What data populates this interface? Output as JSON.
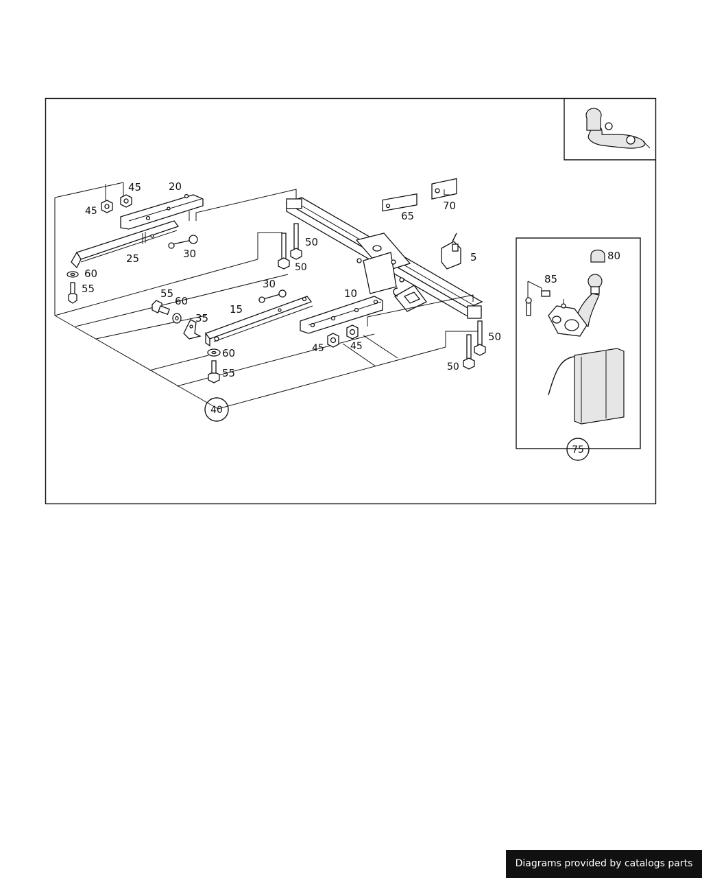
{
  "diagram": {
    "labels": {
      "p5": "5",
      "p10": "10",
      "p15": "15",
      "p20": "20",
      "p25": "25",
      "p30a": "30",
      "p30b": "30",
      "p35": "35",
      "p45a": "45",
      "p45b": "45",
      "p45c": "45",
      "p45d": "45",
      "p50a": "50",
      "p50b": "50",
      "p50c": "50",
      "p50d": "50",
      "p55a": "55",
      "p55b": "55",
      "p55c": "55",
      "p60a": "60",
      "p60b": "60",
      "p60c": "60",
      "p65": "65",
      "p70": "70",
      "p85": "85",
      "p80": "80"
    },
    "callouts": {
      "c40": "40",
      "c75": "75"
    }
  },
  "footer": {
    "credit": "Diagrams provided by catalogs parts"
  }
}
